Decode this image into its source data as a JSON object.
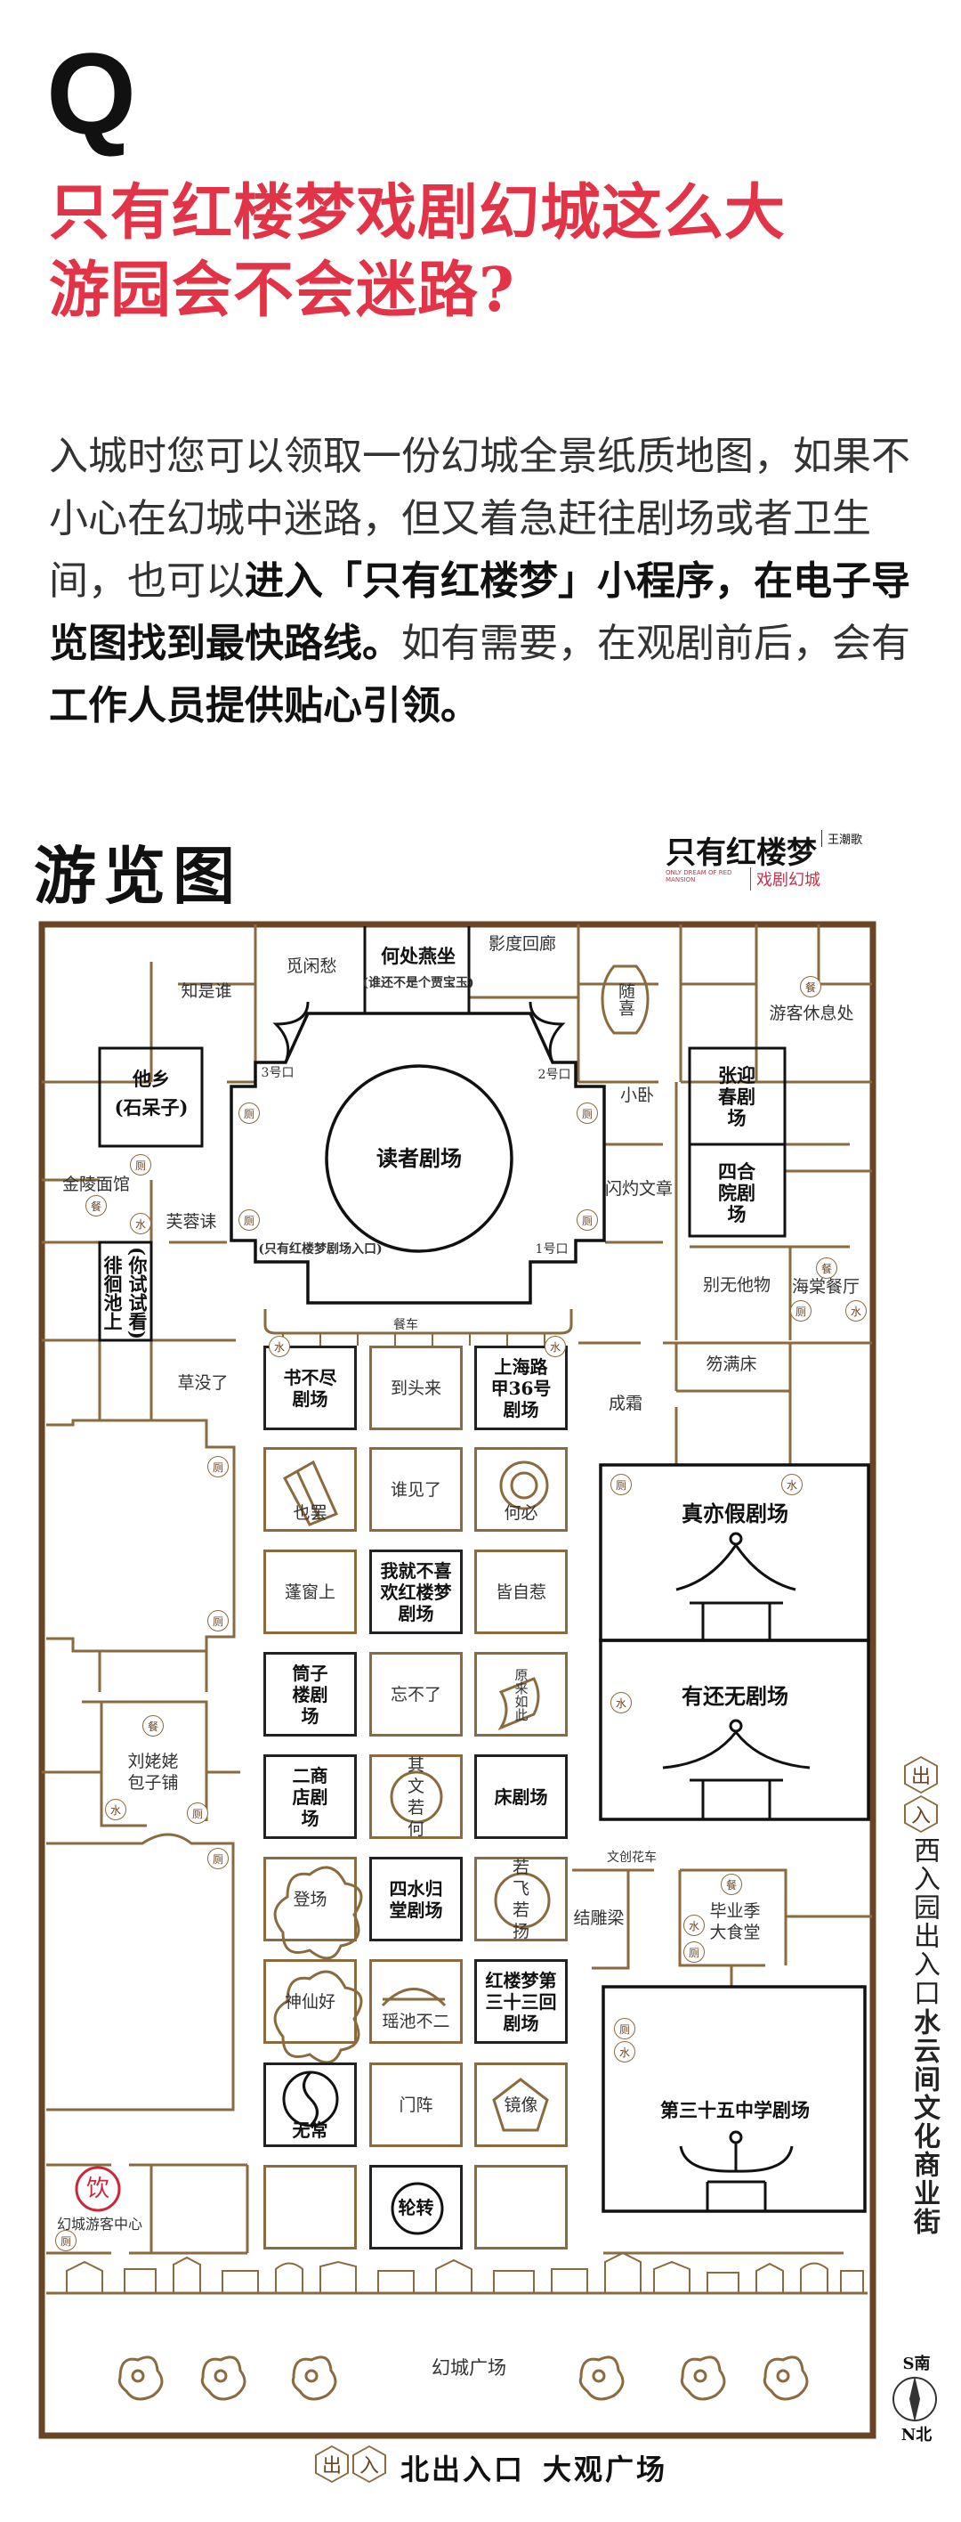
{
  "header": {
    "q_mark": "Q",
    "title_line1": "只有红楼梦戏剧幻城这么大",
    "title_line2": "游园会不会迷路?"
  },
  "body": {
    "p1": "入城时您可以领取一份幻城全景纸质地图，如果不小心在幻城中迷路，但又着急赶往剧场或者卫生间，也可以",
    "b1": "进入「只有红楼梦」小程序，在电子导览图找到最快路线。",
    "p2": "如有需要，在观剧前后，会有",
    "b2": "工作人员提供贴心引领。"
  },
  "map_section": {
    "title": "游览图",
    "logo_main": "只有红楼梦",
    "logo_side": "王潮歌",
    "logo_sub": "戏剧幻城",
    "logo_en": "ONLY DREAM OF RED MANSION"
  },
  "map": {
    "labels": {
      "jianxianchou": "觅闲愁",
      "hechuyanzuo": "何处燕坐",
      "hechuyanzuo_sub": "(谁还不是个贾宝玉)",
      "zhishishui": "知是谁",
      "yingduhuilang": "影度回廊",
      "suixi": "随喜",
      "youkexiuxi": "游客休息处",
      "taxiang": "他乡",
      "taxiang_sub": "(石呆子)",
      "gate3": "3号口",
      "gate2": "2号口",
      "gate1": "1号口",
      "entrance": "(只有红楼梦剧场入口)",
      "duzhe": "读者剧场",
      "jinling": "金陵面馆",
      "furonglei": "芙蓉诔",
      "xiaowo": "小卧",
      "shanzhuo": "闪灼文章",
      "zhangyingchun": "张迎春剧场",
      "siheyuan": "四合院剧场",
      "biewutawu": "别无他物",
      "haitang": "海棠餐厅",
      "paihuai": "徘徊池上",
      "nishishi": "(你试试看)",
      "caomeile": "草没了",
      "jumanchuang": "笏满床",
      "chengshuang": "成霜",
      "zhenyijia": "真亦假剧场",
      "youhuanwu": "有还无剧场",
      "liulaolao": "刘姥姥包子铺",
      "yin": "饮",
      "youkezhongxin": "幻城游客中心",
      "jiediaoliang": "结雕梁",
      "biyeji": "毕业季大食堂",
      "school35": "第三十五中学剧场",
      "plaza": "幻城广场",
      "west_entry": "西入园出入口",
      "street": "水云间文化商业街",
      "north_entry": "北出入口",
      "daguan": "大观广场",
      "exit_badge": "出",
      "enter_badge": "入",
      "south": "S南",
      "north": "N北",
      "dining_car": "餐车",
      "gift_car": "文创花车"
    },
    "grid": [
      [
        "书不尽剧场",
        "到头来",
        "上海路甲36号剧场"
      ],
      [
        "也罢",
        "谁见了",
        "何必"
      ],
      [
        "蓬窗上",
        "我就不喜欢红楼梦剧场",
        "皆自惹"
      ],
      [
        "筒子楼剧场",
        "忘不了",
        "原来如此"
      ],
      [
        "二商店剧场",
        "其文若何",
        "床剧场"
      ],
      [
        "登场",
        "四水归堂剧场",
        "若飞若扬"
      ],
      [
        "神仙好",
        "瑶池不二",
        "红楼梦第三十三回剧场"
      ],
      [
        "无常",
        "门阵",
        "镜像"
      ],
      [
        "",
        "轮转",
        ""
      ]
    ],
    "icons": {
      "toilet": "厕",
      "water": "水",
      "food": "餐"
    },
    "colors": {
      "wall": "#8a6a3e",
      "frame": "#6b4423",
      "title_red": "#e23347",
      "yin_red": "#c8283a"
    }
  }
}
